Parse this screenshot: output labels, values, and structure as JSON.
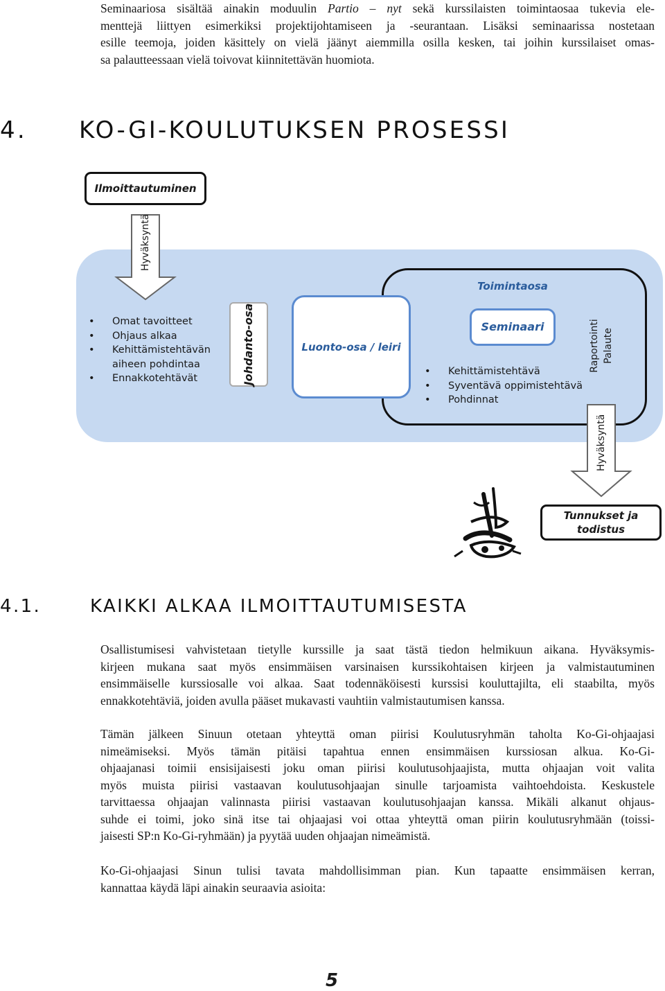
{
  "intro": {
    "lines": [
      [
        "Seminaariosa sisältää ainakin moduulin ",
        "Partio – nyt",
        " sekä kurssilaisten toimintaosaa tukevia ele-"
      ],
      [
        "menttejä liittyen esimerkiksi projektijohtamiseen ja -seurantaan. Lisäksi seminaarissa nostetaan"
      ],
      [
        "esille teemoja, joiden käsittely on vielä jäänyt aiemmilla osilla kesken, tai joihin kurssilaiset omas-"
      ],
      [
        "sa palautteessaan vielä toivovat kiinnitettävän huomiota."
      ]
    ]
  },
  "section4": {
    "number": "4.",
    "title": "KO-GI-KOULUTUKSEN PROSESSI"
  },
  "diagram": {
    "ilmoittautuminen": "Ilmoittautuminen",
    "arrow_top_label": "Hyväksyntä",
    "left_bullets": [
      "Omat tavoitteet",
      "Ohjaus alkaa",
      "Kehittämistehtävän",
      "Ennakkotehtävät"
    ],
    "left_bullet_continuation": "aiheen pohdintaa",
    "johdanto": "Johdanto-osa",
    "luonto": "Luonto-osa / leiri",
    "toimintaosa": "Toimintaosa",
    "seminaari": "Seminaari",
    "seminar_bullets": [
      "Kehittämistehtävä",
      "Syventävä oppimistehtävä",
      "Pohdinnat"
    ],
    "raportointi": "Raportointi",
    "palaute": "Palaute",
    "arrow_bottom_label": "Hyväksyntä",
    "tunnukset_line1": "Tunnukset ja",
    "tunnukset_line2": "todistus",
    "colors": {
      "blue_fill": "#c6d9f1",
      "box_blue": "#5b8bd0",
      "label_blue": "#2a5c9c",
      "dark_border": "#111111"
    }
  },
  "section41": {
    "number": "4.1.",
    "title": "KAIKKI ALKAA ILMOITTAUTUMISESTA"
  },
  "para1": {
    "lines": [
      "Osallistumisesi vahvistetaan tietylle kurssille ja saat tästä tiedon helmikuun aikana. Hyväksymis-",
      "kirjeen mukana saat myös ensimmäisen varsinaisen kurssikohtaisen kirjeen ja valmistautuminen",
      "ensimmäiselle kurssiosalle voi alkaa. Saat todennäköisesti kurssisi kouluttajilta, eli staabilta, myös",
      "ennakkotehtäviä, joiden avulla pääset mukavasti vauhtiin valmistautumisen kanssa."
    ]
  },
  "para2": {
    "lines": [
      "Tämän jälkeen Sinuun otetaan yhteyttä oman piirisi Koulutusryhmän taholta Ko-Gi-ohjaajasi",
      "nimeämiseksi. Myös tämän pitäisi tapahtua ennen ensimmäisen kurssiosan alkua. Ko-Gi-",
      "ohjaajanasi toimii ensisijaisesti joku oman piirisi koulutusohjaajista, mutta ohjaajan voit valita",
      "myös muista piirisi vastaavan koulutusohjaajan sinulle tarjoamista vaihtoehdoista. Keskustele",
      "tarvittaessa ohjaajan valinnasta piirisi vastaavan koulutusohjaajan kanssa. Mikäli alkanut ohjaus-",
      "suhde ei toimi, joko sinä itse tai ohjaajasi voi ottaa yhteyttä oman piirin koulutusryhmään (toissi-",
      "jaisesti SP:n Ko-Gi-ryhmään) ja pyytää uuden ohjaajan nimeämistä."
    ]
  },
  "para3": {
    "lines": [
      "Ko-Gi-ohjaajasi Sinun tulisi tavata mahdollisimman pian. Kun tapaatte ensimmäisen kerran,",
      "kannattaa käydä läpi ainakin seuraavia asioita:"
    ]
  },
  "page_number": "5"
}
